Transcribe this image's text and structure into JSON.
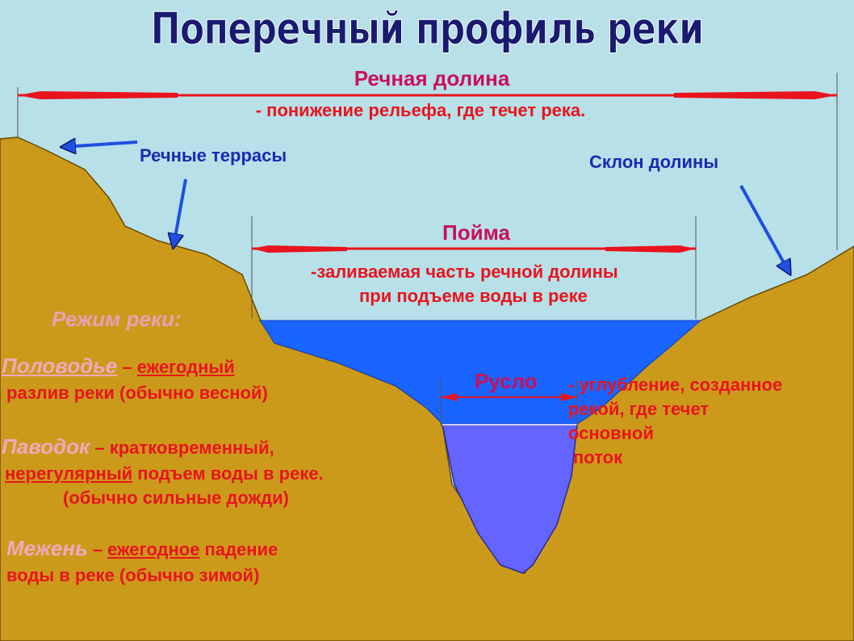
{
  "title": "Поперечный профиль реки",
  "valley": {
    "label": "Речная долина",
    "definition": "- понижение рельефа, где течет река."
  },
  "terraces": {
    "label": "Речные террасы"
  },
  "slope": {
    "label": "Склон долины"
  },
  "floodplain": {
    "label": "Пойма",
    "definition_line1": "-заливаемая часть речной долины",
    "definition_line2": "при подъеме воды в реке"
  },
  "channel": {
    "label": "Русло",
    "definition_lines": [
      "- углубление, созданное",
      "рекой, где течет",
      "основной",
      "поток"
    ]
  },
  "regime": {
    "heading": "Режим реки:",
    "high_water": {
      "term": "Половодье",
      "dash": " – ",
      "keyword": "ежегодный",
      "line2": "разлив реки (обычно весной)"
    },
    "flood": {
      "term": "Паводок",
      "dash": " – кратковременный,",
      "keyword": "нерегулярный",
      "rest": " подъем воды в реке.",
      "line3": "(обычно сильные дожди)"
    },
    "low_water": {
      "term": "Межень",
      "dash": " – ",
      "keyword": "ежегодное",
      "rest": " падение",
      "line2": "воды в реке (обычно зимой)"
    }
  },
  "colors": {
    "sky": "#b8e0e8",
    "ground": "#cc9a1a",
    "flood_water": "#1a64ff",
    "channel_water": "#6464ff",
    "arrow_red": "#e8141e",
    "arrow_blue": "#1e50e0"
  }
}
